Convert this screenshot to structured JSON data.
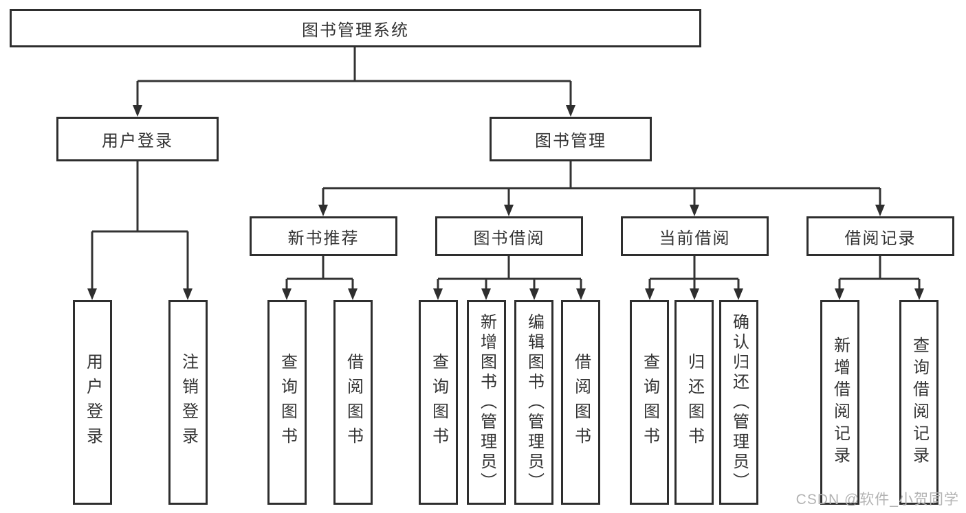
{
  "tree": {
    "root": {
      "label": "图书管理系统",
      "children": [
        {
          "label": "用户登录",
          "children": [
            {
              "label": "用户登录"
            },
            {
              "label": "注销登录"
            }
          ]
        },
        {
          "label": "图书管理",
          "children": [
            {
              "label": "新书推荐",
              "children": [
                {
                  "label": "查询图书"
                },
                {
                  "label": "借阅图书"
                }
              ]
            },
            {
              "label": "图书借阅",
              "children": [
                {
                  "label": "查询图书"
                },
                {
                  "label": "新增图书（管理员）"
                },
                {
                  "label": "编辑图书（管理员）"
                },
                {
                  "label": "借阅图书"
                }
              ]
            },
            {
              "label": "当前借阅",
              "children": [
                {
                  "label": "查询图书"
                },
                {
                  "label": "归还图书"
                },
                {
                  "label": "确认归还（管理员）"
                }
              ]
            },
            {
              "label": "借阅记录",
              "children": [
                {
                  "label": "新增借阅记录"
                },
                {
                  "label": "查询借阅记录"
                }
              ]
            }
          ]
        }
      ]
    }
  },
  "watermark": {
    "text": "CSDN @软件_小贺同学",
    "color": "#b3b3b3"
  },
  "colors": {
    "line": "#333333",
    "box_border": "#2e2e2e",
    "box_fill": "#ffffff",
    "text": "#333333",
    "background": "#ffffff"
  }
}
